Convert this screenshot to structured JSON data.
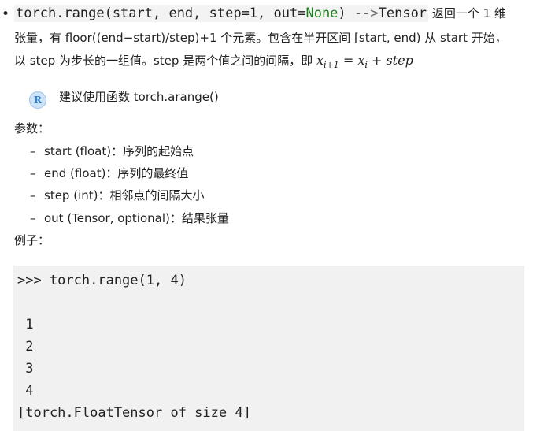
{
  "signature": {
    "bullet": "•",
    "func": "torch.range(start, end, step=1, out=",
    "none_kw": "None",
    "close": ")",
    "arrow": " -->",
    "returns": "Tensor"
  },
  "description": {
    "line1_tail": " 返回一个 1 维",
    "line2": "张量，有 floor((end−start)/step)+1 个元素。包含在半开区间 [start, end) 从 start 开始，",
    "line3_pre": "以 step 为步长的一组值。step 是两个值之间的间隔，即 ",
    "math_x1": "x",
    "math_sub1": "i+1",
    "math_eq": " = ",
    "math_x2": "x",
    "math_sub2": "i",
    "math_plus": " + ",
    "math_step": "step"
  },
  "note": {
    "badge": "R",
    "text": "建议使用函数 torch.arange()"
  },
  "params_title": "参数：",
  "params": [
    {
      "dash": "–",
      "text": "start (float)：序列的起始点"
    },
    {
      "dash": "–",
      "text": "end (float)：序列的最终值"
    },
    {
      "dash": "–",
      "text": "step (int)：相邻点的间隔大小"
    },
    {
      "dash": "–",
      "text": "out (Tensor, optional)：结果张量"
    }
  ],
  "examples_title": "例子：",
  "code_lines": [
    ">>> torch.range(1, 4)",
    "",
    " 1",
    " 2",
    " 3",
    " 4",
    "[torch.FloatTensor of size 4]"
  ]
}
